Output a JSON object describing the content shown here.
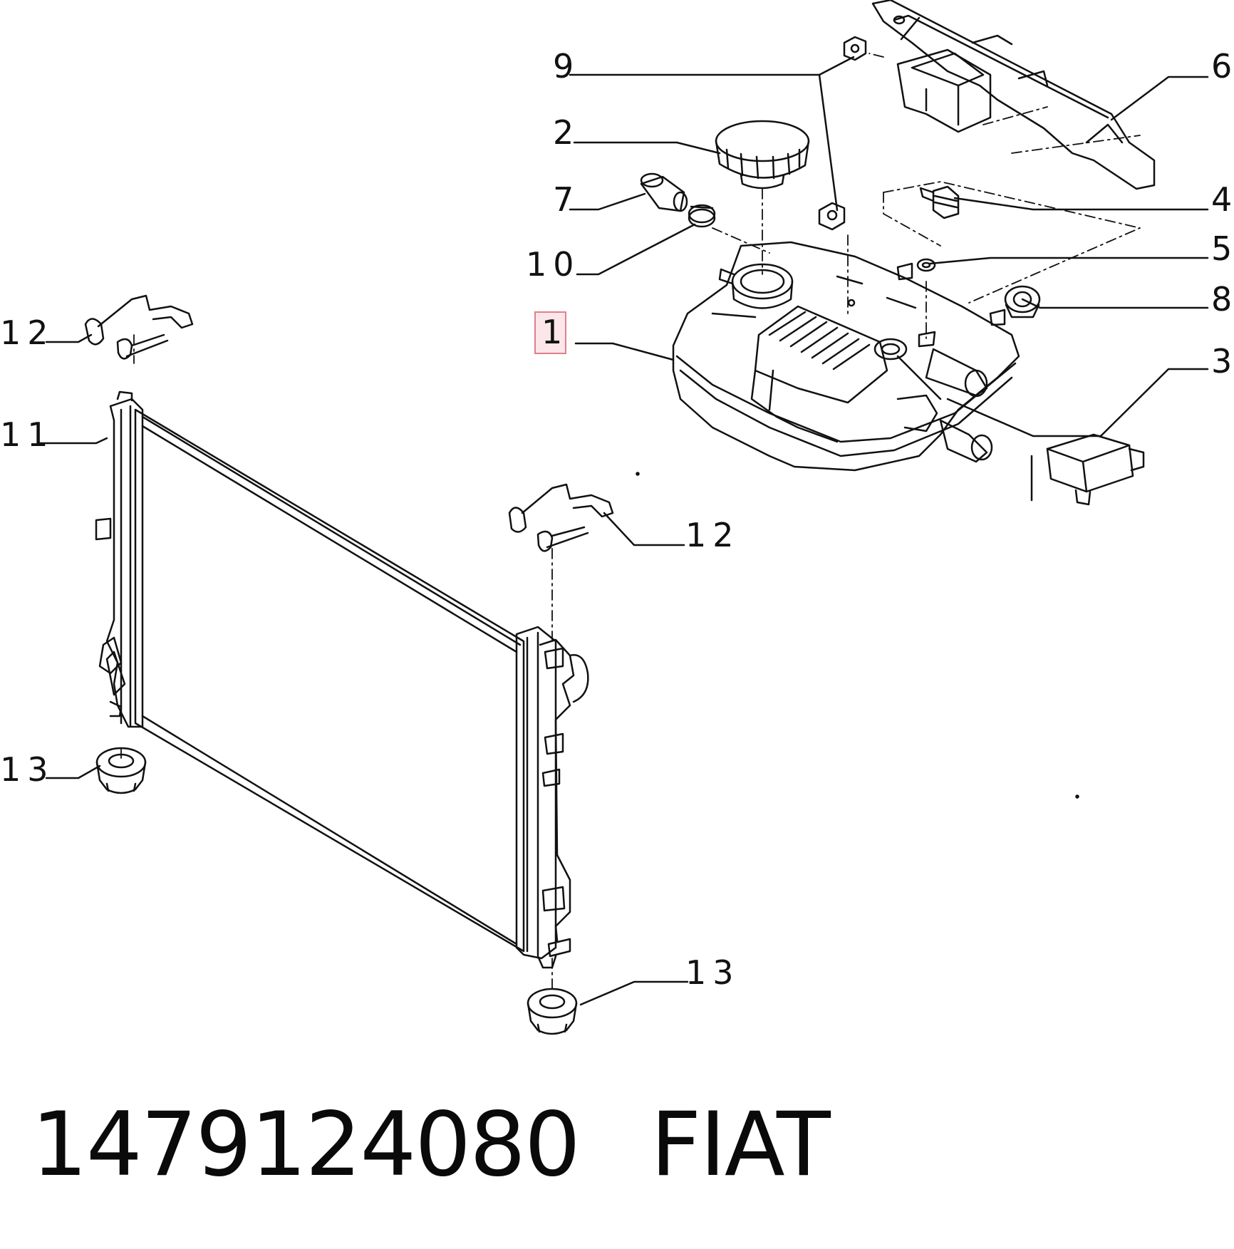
{
  "diagram": {
    "callouts": [
      {
        "id": "c9",
        "label": "9"
      },
      {
        "id": "c6",
        "label": "6"
      },
      {
        "id": "c2",
        "label": "2"
      },
      {
        "id": "c7",
        "label": "7"
      },
      {
        "id": "c4",
        "label": "4"
      },
      {
        "id": "c10",
        "label": "10"
      },
      {
        "id": "c5",
        "label": "5"
      },
      {
        "id": "c8",
        "label": "8"
      },
      {
        "id": "c12a",
        "label": "12"
      },
      {
        "id": "c1",
        "label": "1"
      },
      {
        "id": "c3",
        "label": "3"
      },
      {
        "id": "c11",
        "label": "11"
      },
      {
        "id": "c12b",
        "label": "12"
      },
      {
        "id": "c13a",
        "label": "13"
      },
      {
        "id": "c13b",
        "label": "13"
      }
    ],
    "highlighted": "1"
  },
  "footer": {
    "part_number": "1479124080",
    "brand": "FIAT"
  }
}
